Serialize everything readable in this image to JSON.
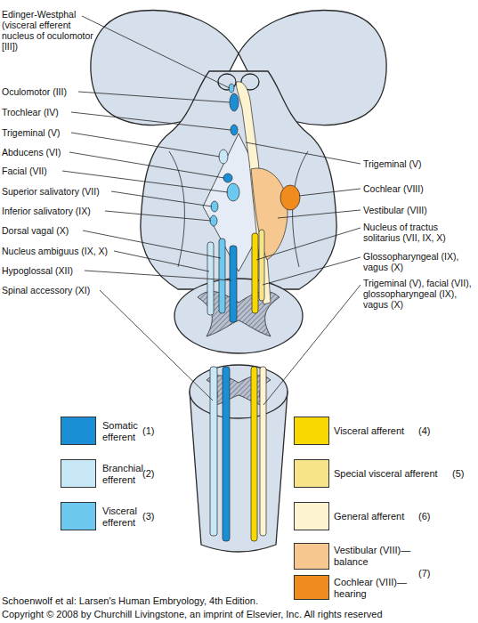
{
  "diagram": {
    "caption": "Schoenwolf et al: Larsen's Human Embryology, 4th Edition.",
    "labels": [
      "Edinger-Westphal (visceral efferent nucleus of oculomotor [III])",
      "Oculomotor (III)",
      "Trochlear (IV)",
      "Trigeminal (V)",
      "Abducens (VI)",
      "Facial (VII)",
      "Superior salivatory (VII)",
      "Inferior salivatory (IX)",
      "Dorsal vagal (X)",
      "Nucleus ambiguus (IX, X)",
      "Hypoglossal (XII)",
      "Spinal accessory (XI)",
      "Trigeminal (V)",
      "Cochlear (VIII)",
      "Vestibular (VIII)",
      "Nucleus of tractus solitarius (VII, IX, X)",
      "Glossopharyngeal (IX), vagus (X)",
      "Trigeminal (V), facial (VII), glossopharyngeal (IX), vagus (X)",
      "(1)",
      "(2)",
      "(3)",
      "(4)",
      "(5)",
      "(6)",
      "(7)",
      "Copyright © 2008 by Churchill Livingstone, an imprint of Elsevier, Inc. All rights reserved"
    ],
    "legend": [
      {
        "text": "Somatic efferent",
        "color": "#1a8fd6"
      },
      {
        "text": "Branchial efferent",
        "color": "#c8e8f8"
      },
      {
        "text": "Visceral efferent",
        "color": "#6cc8ee"
      },
      {
        "text": "Visceral afferent",
        "color": "#f8d800"
      },
      {
        "text": "Special visceral afferent",
        "color": "#f8e488"
      },
      {
        "text": "General afferent",
        "color": "#fdf3d0"
      },
      {
        "text": "Vestibular (VIII)— balance",
        "color": "#f6c890"
      },
      {
        "text": "Cochlear (VIII)— hearing",
        "color": "#f08c1e"
      }
    ]
  }
}
